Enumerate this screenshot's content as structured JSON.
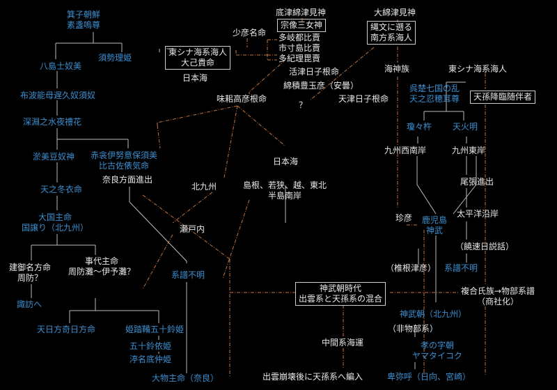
{
  "colors": {
    "background": "#000000",
    "white_text": "#e8e8e8",
    "blue_text": "#3a8fd1",
    "line_white": "#bdbdbd",
    "line_orange": "#c2743f"
  },
  "left_lineage": {
    "susanoo": [
      "箕子朝鮮",
      "素盞嗚尊"
    ],
    "suseribime": "須勢理姫",
    "yashimajinumi": "八島士奴美",
    "fuhanomoji": "布波能母遅久奴須奴",
    "fukabuchi": "深淵之水夜禮花",
    "omizunu": "淤美豆奴神",
    "amenofuyukinu": "天之冬衣命",
    "okuninushi": [
      "大国主命",
      "国譲り（北九州）"
    ],
    "sashikuni": [
      "赤衾伊努意保須美",
      "比古佐俵気命"
    ],
    "nara_advance": "奈良方面進出",
    "takeminakata": [
      "建御名方命",
      "周防？"
    ],
    "to_suwa": "諏訪へ",
    "kotoshiro": [
      "事代主命",
      "周防灘～伊予灘？"
    ],
    "amenohikata": "天日方奇日方命",
    "himetatara": "姫踏鞴五十鈴姫",
    "isuzuyori": "五十鈴依姫",
    "nunasoko": "渟名底仲姫",
    "omononushi": "大物主命（奈良）"
  },
  "center": {
    "sukunahikona": "少彦名命",
    "east_china_sea_box": [
      "東シナ海系海人",
      "大己貴命"
    ],
    "nihonkai_1": "日本海",
    "sokotsu": "底津綿津見神",
    "munakata_box": "宗像三女神",
    "goddesses": [
      "多岐都比賣",
      "市寸島比賣",
      "多紀理毘賣"
    ],
    "ikutsuhiko": "活津日子根命",
    "watatsumi_toyotama": "綿積豊玉彦（安曇）",
    "question": "？",
    "ajisuki": "味耜高彦根命",
    "amatsuhiko": "天津日子根命",
    "nihonkai_2": "日本海",
    "coast": [
      "島根、若狭、越、東北",
      "半島南岸"
    ],
    "kitakyushu": "北九州",
    "setonai": "瀬戸内",
    "unknown_lineage_1": "系譜不明",
    "jimmu_era_box": [
      "神武朝時代",
      "出雲系と天孫系の混合"
    ],
    "intermediate_sea": "中間系海運",
    "collapse_note": "出雲崩壊後に天孫系へ編入"
  },
  "right": {
    "owatatsumi": "大綿津見神",
    "jomon_box": [
      "縄文に遡る",
      "南方系海人"
    ],
    "kaijin": "海神族",
    "east_china_sea_2": "東シナ海系海人",
    "go_so": [
      "呉楚七国の乱",
      "天之忍穂耳尊"
    ],
    "tenson_box": "天孫降臨随伴者",
    "ninigi": "瓊々杵",
    "amenohoakari": "天火明",
    "kyushu_sw": "九州西南岸",
    "kyushu_e": "九州東岸",
    "owari": "尾張進出",
    "pacific": "太平洋沿岸",
    "chinhiko": "珍彦",
    "kagoshima": "鹿児島",
    "jimmu": "神武",
    "nigihayahi": "（饒速日説話）",
    "shiinetsu": "（椎根津彦）",
    "unknown_lineage_2": "系譜不明",
    "mononobe": [
      "複合氏族→物部系譜",
      "（商社化）"
    ],
    "jimmu_dynasty": "神武朝（北九州）",
    "non_mononobe": "（非物部系）",
    "koan": "孝の字朝",
    "yamataikoku": "ヤマタイコク",
    "himiko": "卑弥呼（日向、宮崎）"
  }
}
